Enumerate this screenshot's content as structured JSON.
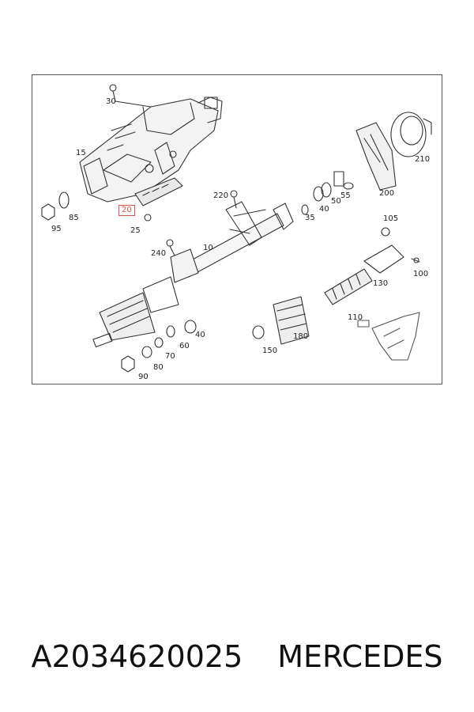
{
  "diagram": {
    "callouts": [
      {
        "id": "30",
        "label": "30"
      },
      {
        "id": "15",
        "label": "15"
      },
      {
        "id": "85",
        "label": "85"
      },
      {
        "id": "95",
        "label": "95"
      },
      {
        "id": "20",
        "label": "20",
        "highlight": true
      },
      {
        "id": "25",
        "label": "25"
      },
      {
        "id": "220",
        "label": "220"
      },
      {
        "id": "240",
        "label": "240"
      },
      {
        "id": "10",
        "label": "10"
      },
      {
        "id": "35",
        "label": "35"
      },
      {
        "id": "40a",
        "label": "40"
      },
      {
        "id": "50",
        "label": "50"
      },
      {
        "id": "55",
        "label": "55"
      },
      {
        "id": "200",
        "label": "200"
      },
      {
        "id": "210",
        "label": "210"
      },
      {
        "id": "105",
        "label": "105"
      },
      {
        "id": "100",
        "label": "100"
      },
      {
        "id": "130",
        "label": "130"
      },
      {
        "id": "110",
        "label": "110"
      },
      {
        "id": "180",
        "label": "180"
      },
      {
        "id": "150",
        "label": "150"
      },
      {
        "id": "40b",
        "label": "40"
      },
      {
        "id": "60",
        "label": "60"
      },
      {
        "id": "70",
        "label": "70"
      },
      {
        "id": "80",
        "label": "80"
      },
      {
        "id": "90",
        "label": "90"
      }
    ]
  },
  "caption": {
    "part_number": "A2034620025",
    "brand": "MERCEDES"
  },
  "colors": {
    "line": "#333333",
    "highlight": "#d9534f"
  }
}
